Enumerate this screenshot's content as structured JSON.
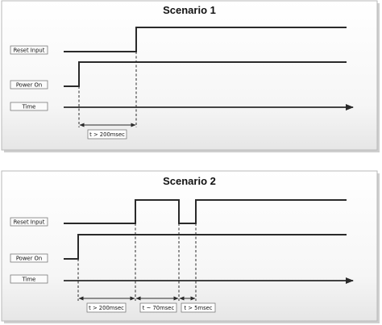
{
  "scenarios": [
    {
      "title": "Scenario 1",
      "labels": {
        "reset": "Reset Input",
        "power": "Power On",
        "time": "Time"
      },
      "timings": [
        "t > 200msec"
      ]
    },
    {
      "title": "Scenario 2",
      "labels": {
        "reset": "Reset Input",
        "power": "Power On",
        "time": "Time"
      },
      "timings": [
        "t > 200msec",
        "t ~ 70msec",
        "t > 5msec"
      ]
    }
  ]
}
